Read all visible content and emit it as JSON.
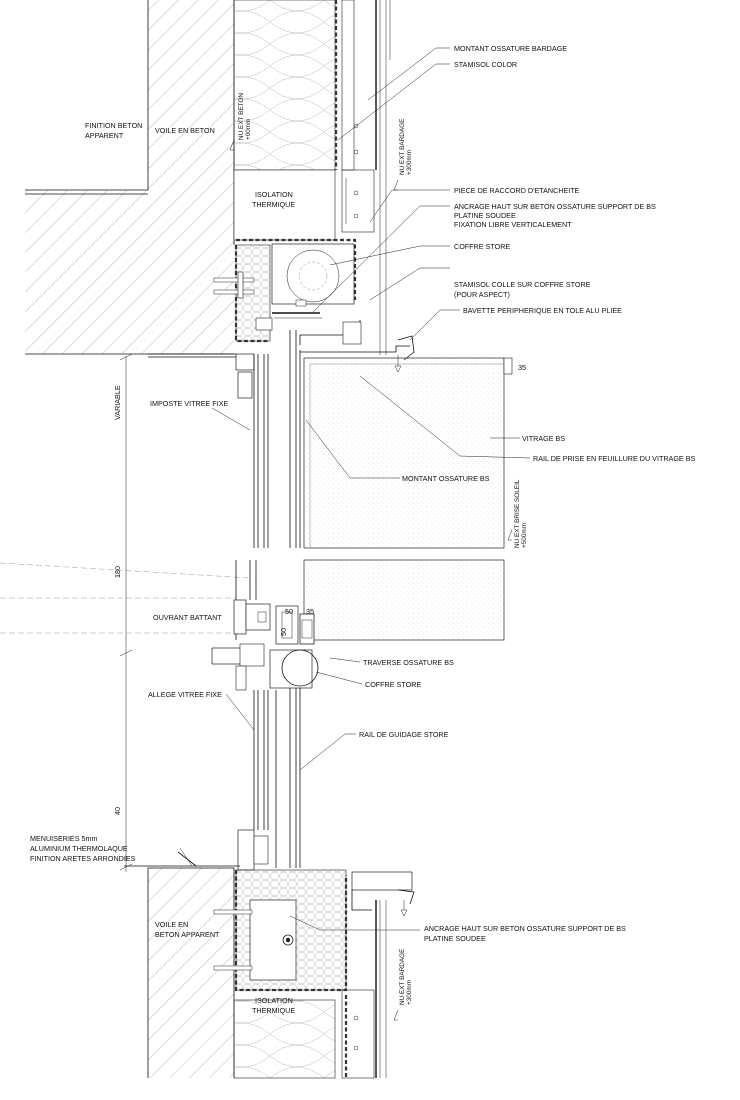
{
  "labels": {
    "montant_ossature_bardage": "MONTANT OSSATURE BARDAGE",
    "stamisol_color": "STAMISOL COLOR",
    "finition_beton_1": "FINITION BETON",
    "finition_beton_2": "APPARENT",
    "voile_en_beton": "VOILE EN BETON",
    "nu_ext_beton_1": "NU EXT BETON",
    "nu_ext_beton_2": "+00mm",
    "nu_ext_bardage_top_1": "NU EXT BARDAGE",
    "nu_ext_bardage_top_2": "+300mm",
    "isolation_top_1": "ISOLATION",
    "isolation_top_2": "THERMIQUE",
    "piece_raccord": "PIECE DE RACCORD D'ETANCHEITE",
    "ancrage_top_1": "ANCRAGE HAUT SUR BETON OSSATURE SUPPORT DE BS",
    "ancrage_top_2": "PLATINE SOUDEE",
    "ancrage_top_3": "FIXATION LIBRE VERTICALEMENT",
    "coffre_store_top": "COFFRE STORE",
    "stamisol_colle_1": "STAMISOL COLLE SUR COFFRE STORE",
    "stamisol_colle_2": "(POUR ASPECT)",
    "bavette": "BAVETTE PERIPHERIQUE EN TOLE ALU PLIEE",
    "dim_35_top": "35",
    "imposte": "IMPOSTE VITREE FIXE",
    "variable": "VARIABLE",
    "vitrage_bs": "VITRAGE BS",
    "rail_prise": "RAIL DE PRISE EN FEUILLURE DU VITRAGE BS",
    "montant_ossature_bs": "MONTANT OSSATURE BS",
    "nu_ext_brise_1": "NU EXT BRISE SOLEIL",
    "nu_ext_brise_2": "+500mm",
    "dim_180": "180",
    "ouvrant_battant": "OUVRANT BATTANT",
    "dim_50_a": "50",
    "dim_35_b": "35",
    "dim_50_b": "50",
    "traverse_ossature": "TRAVERSE OSSATURE BS",
    "coffre_store_bottom": "COFFRE STORE",
    "allege": "ALLEGE VITREE FIXE",
    "rail_guidage": "RAIL DE GUIDAGE STORE",
    "dim_40": "40",
    "menuiseries_1": "MENUISERIES 5mm",
    "menuiseries_2": "ALUMINIUM THERMOLAQUE",
    "menuiseries_3": "FINITION ARETES ARRONDIES",
    "voile_bottom_1": "VOILE EN",
    "voile_bottom_2": "BETON APPARENT",
    "ancrage_bottom_1": "ANCRAGE HAUT SUR BETON OSSATURE SUPPORT DE BS",
    "ancrage_bottom_2": "PLATINE SOUDEE",
    "nu_ext_bardage_bot_1": "NU EXT BARDAGE",
    "nu_ext_bardage_bot_2": "+300mm",
    "isolation_bottom_1": "ISOLATION",
    "isolation_bottom_2": "THERMIQUE"
  }
}
